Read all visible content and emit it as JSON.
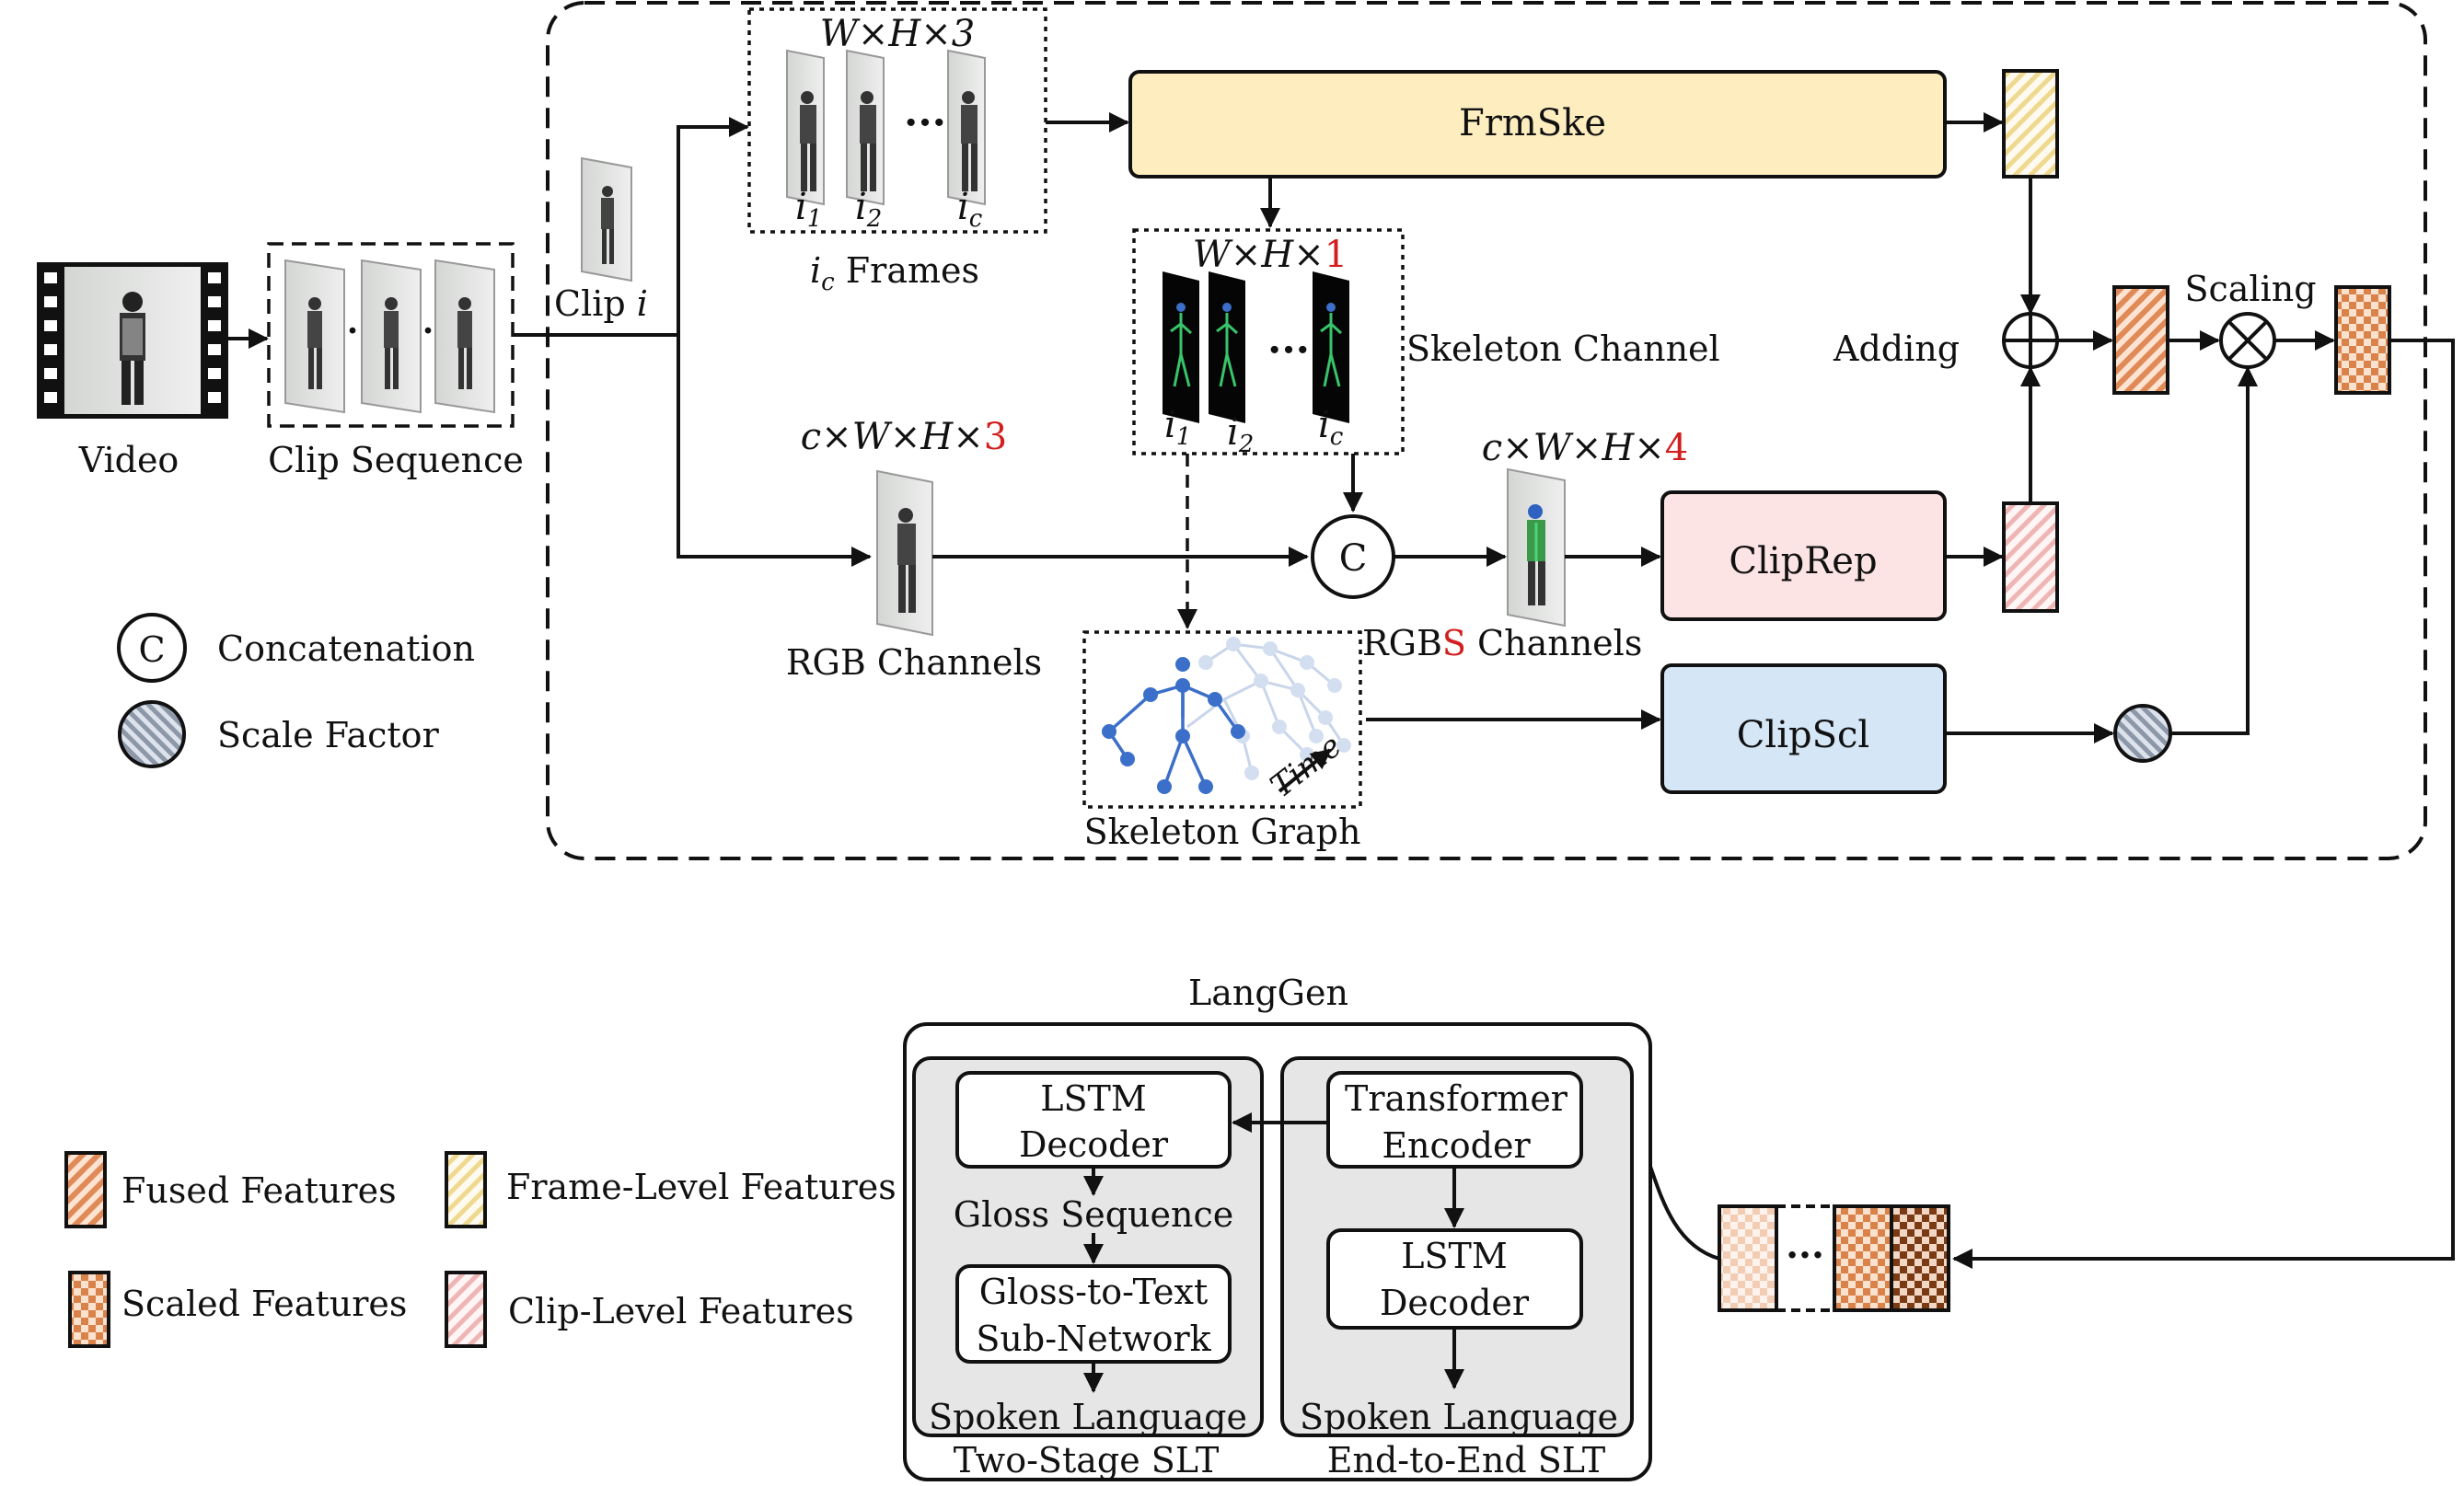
{
  "inputs": {
    "video": "Video",
    "clip_sequence": "Clip Sequence",
    "clip_i_prefix": "Clip ",
    "clip_i_var": "i"
  },
  "frames": {
    "dims": "W×H×3",
    "label_var": "i",
    "label_sub": "c",
    "label_rest": " Frames",
    "idx1_sub": "1",
    "idx2_sub": "2",
    "idxc_sub": "c",
    "ellipsis": "···"
  },
  "skeleton_channel": {
    "dims_prefix": "W×H×",
    "dims_red": "1",
    "label": "Skeleton Channel"
  },
  "rgb": {
    "dims_prefix": "c×W×H×",
    "dims_red": "3",
    "label": "RGB Channels"
  },
  "rgbs": {
    "dims_prefix": "c×W×H×",
    "dims_red": "4",
    "label_a": "RGB",
    "label_red": "S",
    "label_b": " Channels"
  },
  "skeleton_graph": {
    "label": "Skeleton Graph",
    "time": "Time"
  },
  "modules": {
    "frmske": "FrmSke",
    "cliprep": "ClipRep",
    "clipscl": "ClipScl"
  },
  "ops": {
    "concat_symbol": "C",
    "adding": "Adding",
    "scaling": "Scaling"
  },
  "legend_top": {
    "concatenation": "Concatenation",
    "scale_factor": "Scale Factor"
  },
  "legend_bottom": {
    "fused": "Fused Features",
    "scaled": "Scaled Features",
    "frame_level": "Frame-Level Features",
    "clip_level": "Clip-Level Features"
  },
  "langgen": {
    "title": "LangGen",
    "two_stage": {
      "lstm_line1": "LSTM",
      "lstm_line2": "Decoder",
      "gloss_seq": "Gloss Sequence",
      "g2t_line1": "Gloss-to-Text",
      "g2t_line2": "Sub-Network",
      "spoken": "Spoken Language",
      "caption": "Two-Stage SLT"
    },
    "end_to_end": {
      "tr_line1": "Transformer",
      "tr_line2": "Encoder",
      "lstm_line1": "LSTM",
      "lstm_line2": "Decoder",
      "spoken": "Spoken Language",
      "caption": "End-to-End SLT"
    },
    "sequence_ellipsis": "···"
  },
  "colors": {
    "frmske_fill": "#fdedbf",
    "cliprep_fill": "#fde4e4",
    "clipscl_fill": "#d5e6f6",
    "fused_orange": "#e08a58",
    "scaled_orange": "#d9824a",
    "frame_yellow": "#efd98f",
    "clip_pink": "#efb5b5",
    "scale_gray": "#8c97a8",
    "red_accent": "#d21e1e",
    "langgen_panel": "#e6e6e6",
    "skeleton_blue": "#3b6fc9"
  }
}
